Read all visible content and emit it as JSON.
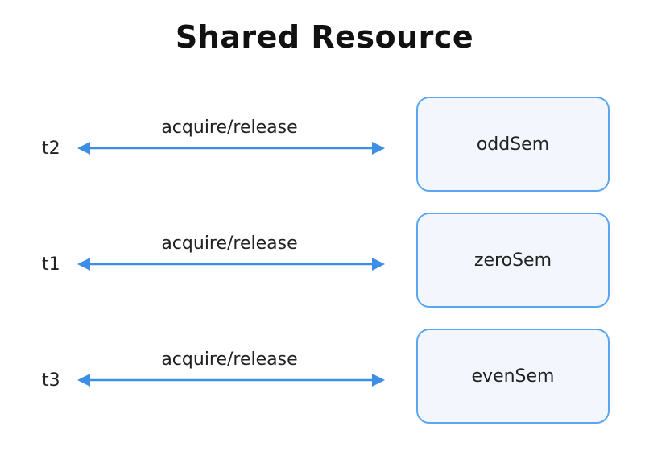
{
  "title": "Shared Resource",
  "rows": [
    {
      "thread": "t2",
      "action": "acquire/release",
      "semaphore": "oddSem"
    },
    {
      "thread": "t1",
      "action": "acquire/release",
      "semaphore": "zeroSem"
    },
    {
      "thread": "t3",
      "action": "acquire/release",
      "semaphore": "evenSem"
    }
  ],
  "colors": {
    "arrow": "#3d8fe6",
    "box_border": "#5aa6f0",
    "box_fill": "#f3f7fd"
  }
}
